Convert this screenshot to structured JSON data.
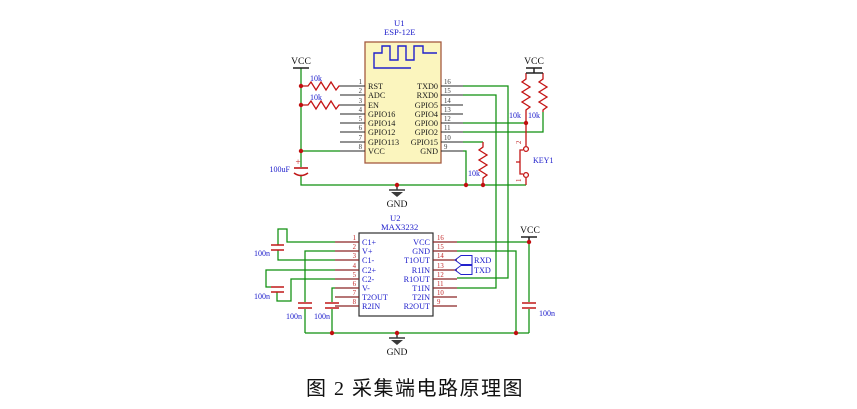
{
  "caption": "图 2 采集端电路原理图",
  "power": {
    "vcc": "VCC",
    "gnd": "GND"
  },
  "u1": {
    "ref": "U1",
    "part": "ESP-12E",
    "left_pins": [
      {
        "num": "1",
        "label": "RST"
      },
      {
        "num": "2",
        "label": "ADC"
      },
      {
        "num": "3",
        "label": "EN"
      },
      {
        "num": "4",
        "label": "GPIO16"
      },
      {
        "num": "5",
        "label": "GPIO14"
      },
      {
        "num": "6",
        "label": "GPIO12"
      },
      {
        "num": "7",
        "label": "GPIO113"
      },
      {
        "num": "8",
        "label": "VCC"
      }
    ],
    "right_pins": [
      {
        "num": "16",
        "label": "TXD0"
      },
      {
        "num": "15",
        "label": "RXD0"
      },
      {
        "num": "14",
        "label": "GPIO5"
      },
      {
        "num": "13",
        "label": "GPIO4"
      },
      {
        "num": "12",
        "label": "GPIO0"
      },
      {
        "num": "11",
        "label": "GPIO2"
      },
      {
        "num": "10",
        "label": "GPIO15"
      },
      {
        "num": "9",
        "label": "GND"
      }
    ]
  },
  "u2": {
    "ref": "U2",
    "part": "MAX3232",
    "left_pins": [
      {
        "num": "1",
        "label": "C1+"
      },
      {
        "num": "2",
        "label": "V+"
      },
      {
        "num": "3",
        "label": "C1-"
      },
      {
        "num": "4",
        "label": "C2+"
      },
      {
        "num": "5",
        "label": "C2-"
      },
      {
        "num": "6",
        "label": "V-"
      },
      {
        "num": "7",
        "label": "T2OUT"
      },
      {
        "num": "8",
        "label": "R2IN"
      }
    ],
    "right_pins": [
      {
        "num": "16",
        "label": "VCC"
      },
      {
        "num": "15",
        "label": "GND"
      },
      {
        "num": "14",
        "label": "T1OUT"
      },
      {
        "num": "13",
        "label": "R1IN"
      },
      {
        "num": "12",
        "label": "R1OUT"
      },
      {
        "num": "11",
        "label": "T1IN"
      },
      {
        "num": "10",
        "label": "T2IN"
      },
      {
        "num": "9",
        "label": "R2OUT"
      }
    ]
  },
  "resistors": {
    "r1": "10k",
    "r2": "10k",
    "r3": "10k",
    "r4": "10k",
    "r5": "10k"
  },
  "capacitors": {
    "c1": "100uF",
    "c2": "100n",
    "c3": "100n",
    "c4": "100n",
    "c5": "100n",
    "c6": "100n"
  },
  "cap_plus": "+",
  "switch": {
    "ref": "KEY1",
    "pin_top": "2",
    "pin_bottom": "1"
  },
  "ports": {
    "rxd": "RXD",
    "txd": "TXD"
  }
}
